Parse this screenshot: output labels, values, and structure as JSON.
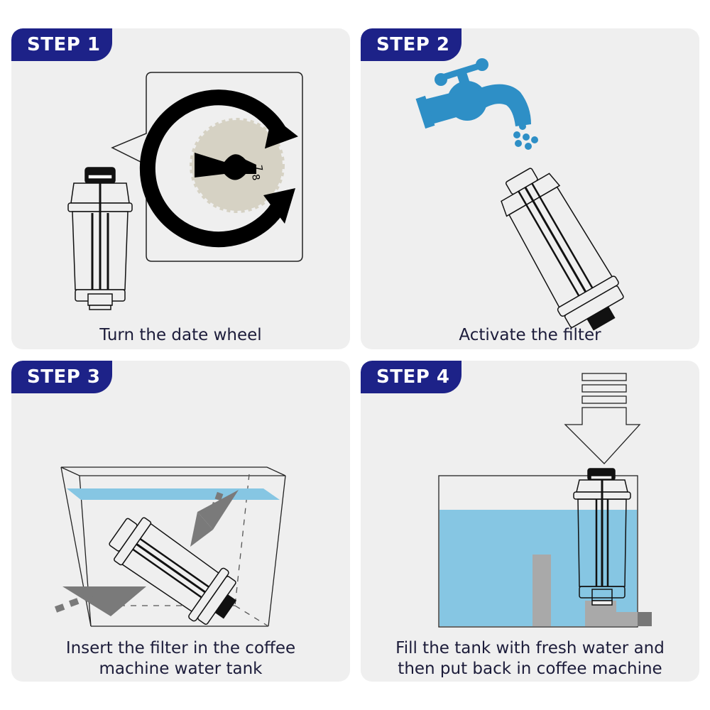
{
  "steps": [
    {
      "badge": "STEP 1",
      "caption": "Turn the date wheel",
      "illustration": "filter-with-date-wheel-callout",
      "date_wheel_numbers": "7 8"
    },
    {
      "badge": "STEP 2",
      "caption": "Activate the filter",
      "illustration": "tap-water-into-filter"
    },
    {
      "badge": "STEP 3",
      "caption_line1": "Insert the filter in the coffee",
      "caption_line2": "machine water tank",
      "illustration": "filter-in-tank"
    },
    {
      "badge": "STEP 4",
      "caption_line1": "Fill the tank with fresh water and",
      "caption_line2": "then put back in coffee machine",
      "illustration": "fill-tank-arrow"
    }
  ],
  "colors": {
    "badge": "#1d2288",
    "panel": "#efefef",
    "tap_blue": "#2e8fc6",
    "water_blue": "#86c6e3",
    "gray_arrow": "#7a7a7a",
    "wheel_beige": "#d6d2c4"
  }
}
